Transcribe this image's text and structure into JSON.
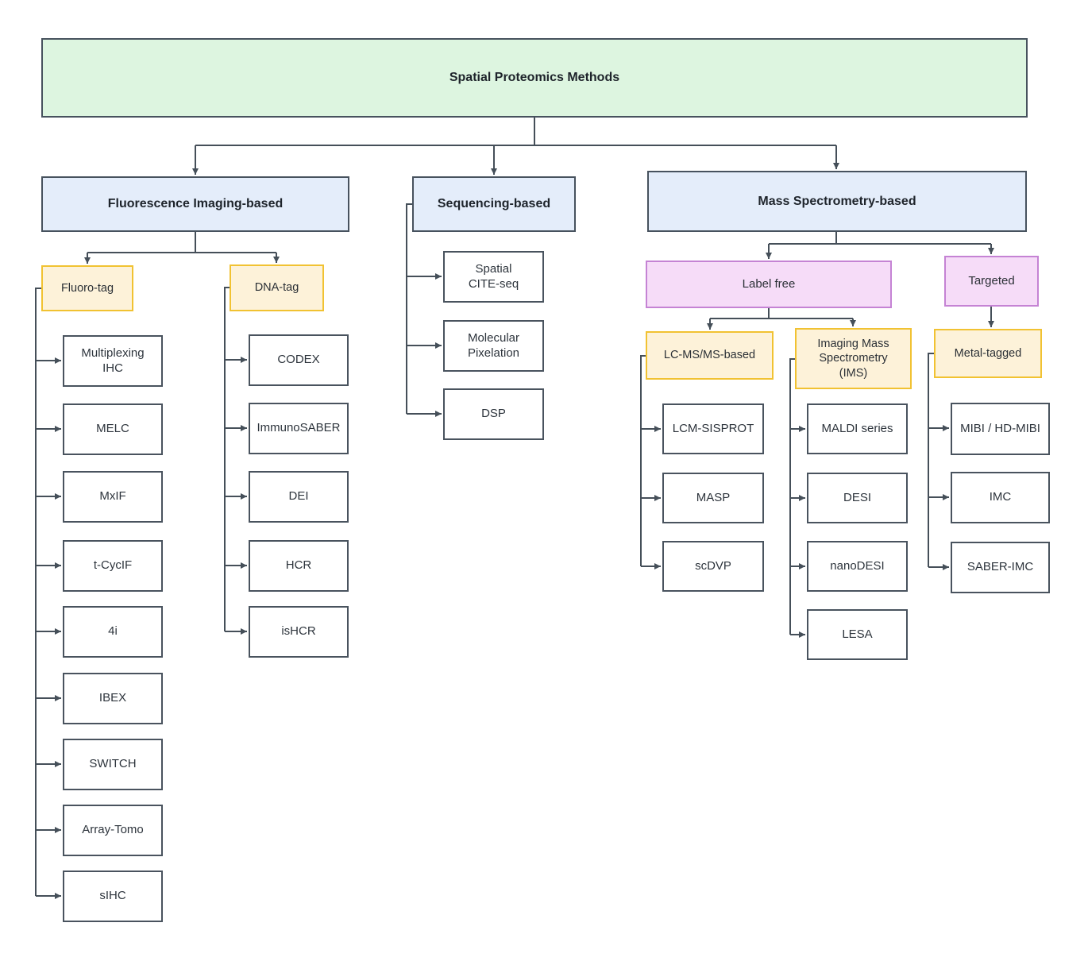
{
  "diagram": {
    "title": "Spatial Proteomics Methods",
    "type": "hierarchy-flowchart"
  },
  "colors": {
    "root_fill": "#ddf5e0",
    "category_fill": "#e4edfa",
    "tag_fill": "#fdf2d9",
    "tag_border": "#f1c232",
    "group_fill": "#f6dcf8",
    "group_border": "#c583d4",
    "box_border": "#47525e",
    "line": "#454f59",
    "text": "#1e242b"
  },
  "nodes": {
    "root": {
      "label": "Spatial Proteomics Methods"
    },
    "fluorescence": {
      "label": "Fluorescence Imaging-based"
    },
    "sequencing": {
      "label": "Sequencing-based"
    },
    "mass_spec": {
      "label": "Mass Spectrometry-based"
    },
    "fluoro_tag": {
      "label": "Fluoro-tag"
    },
    "dna_tag": {
      "label": "DNA-tag"
    },
    "label_free": {
      "label": "Label free"
    },
    "targeted": {
      "label": "Targeted"
    },
    "lcms": {
      "label": "LC-MS/MS-based"
    },
    "ims": {
      "label": "Imaging Mass\nSpectrometry\n(IMS)"
    },
    "metal_tagged": {
      "label": "Metal-tagged"
    },
    "multiplexing_ihc": {
      "label": "Multiplexing\nIHC"
    },
    "melc": {
      "label": "MELC"
    },
    "mxif": {
      "label": "MxIF"
    },
    "t_cycif": {
      "label": "t-CycIF"
    },
    "i4": {
      "label": "4i"
    },
    "ibex": {
      "label": "IBEX"
    },
    "switch": {
      "label": "SWITCH"
    },
    "array_tomo": {
      "label": "Array-Tomo"
    },
    "sihc": {
      "label": "sIHC"
    },
    "codex": {
      "label": "CODEX"
    },
    "immunosaber": {
      "label": "ImmunoSABER"
    },
    "dei": {
      "label": "DEI"
    },
    "hcr": {
      "label": "HCR"
    },
    "ishcr": {
      "label": "isHCR"
    },
    "spatial_cite_seq": {
      "label": "Spatial\nCITE-seq"
    },
    "molecular_pixelation": {
      "label": "Molecular\nPixelation"
    },
    "dsp": {
      "label": "DSP"
    },
    "lcm_sisprot": {
      "label": "LCM-SISPROT"
    },
    "masp": {
      "label": "MASP"
    },
    "scdvp": {
      "label": "scDVP"
    },
    "maldi_series": {
      "label": "MALDI series"
    },
    "desi": {
      "label": "DESI"
    },
    "nanodesi": {
      "label": "nanoDESI"
    },
    "lesa": {
      "label": "LESA"
    },
    "mibi": {
      "label": "MIBI / HD-MIBI"
    },
    "imc": {
      "label": "IMC"
    },
    "saber_imc": {
      "label": "SABER-IMC"
    }
  }
}
